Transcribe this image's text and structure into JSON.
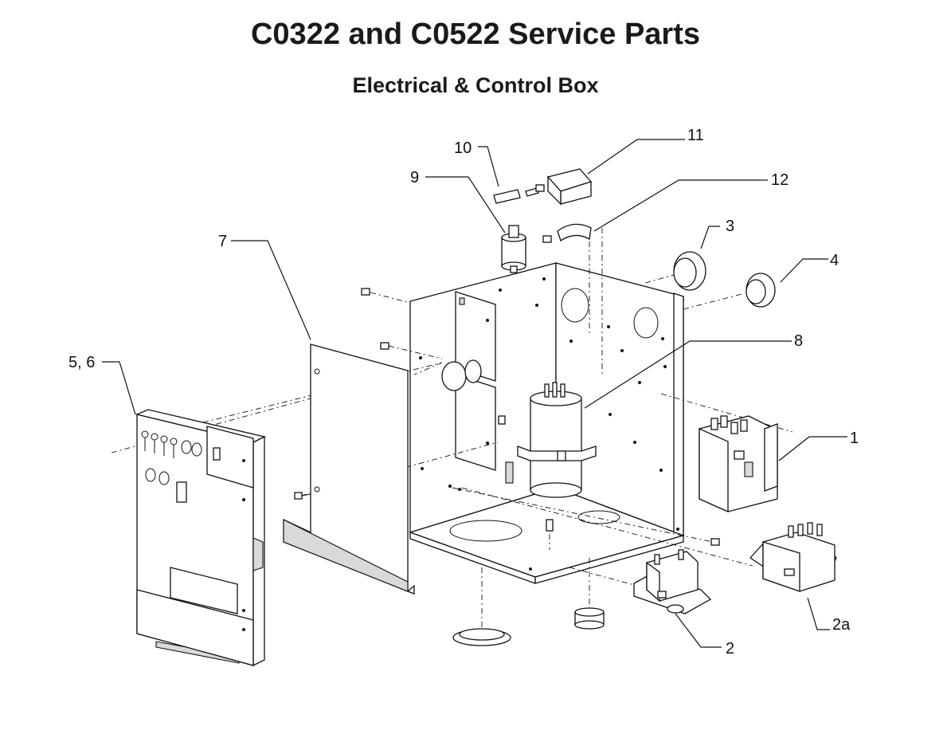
{
  "header": {
    "title": "C0322 and C0522 Service Parts",
    "subtitle": "Electrical & Control Box"
  },
  "callouts": {
    "c1": "1",
    "c2": "2",
    "c2a": "2a",
    "c3": "3",
    "c4": "4",
    "c56": "5, 6",
    "c7": "7",
    "c8": "8",
    "c9": "9",
    "c10": "10",
    "c11": "11",
    "c12": "12"
  }
}
